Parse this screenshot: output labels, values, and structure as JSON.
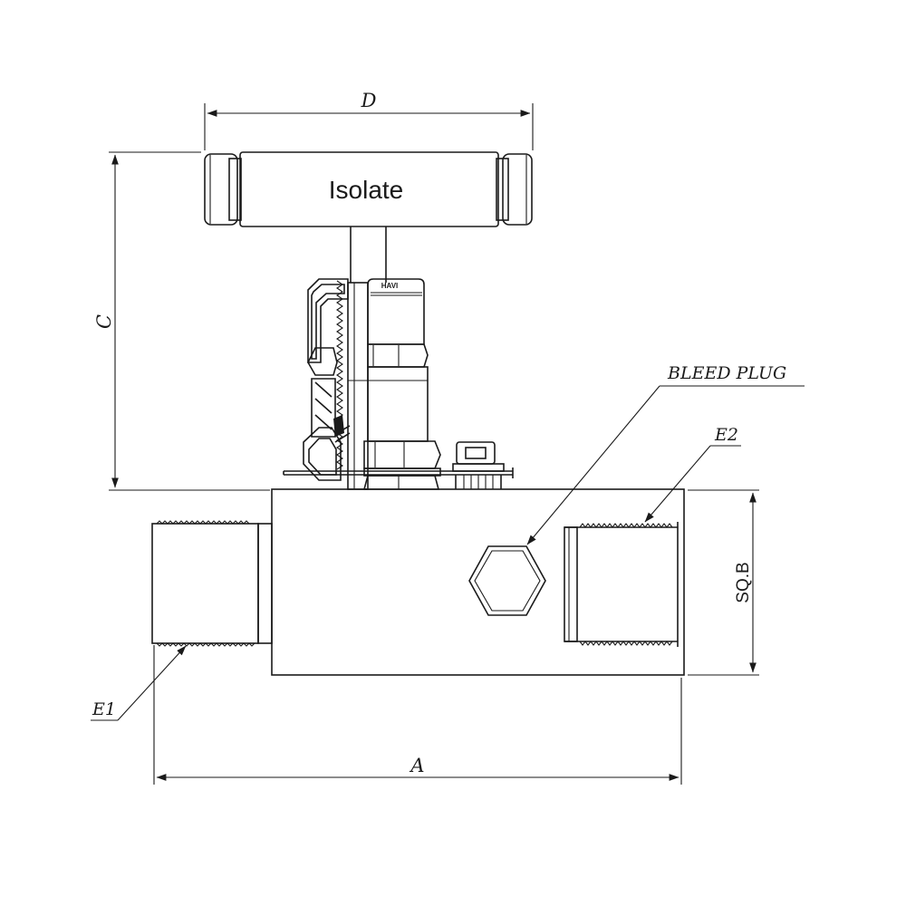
{
  "handle": {
    "label": "Isolate"
  },
  "bonnet": {
    "brand": "HAVI"
  },
  "dimensions": {
    "a": "A",
    "c": "C",
    "d": "D",
    "sq_b": "SQ.B"
  },
  "callouts": {
    "bleed_plug": "BLEED PLUG",
    "e1": "E1",
    "e2": "E2"
  }
}
